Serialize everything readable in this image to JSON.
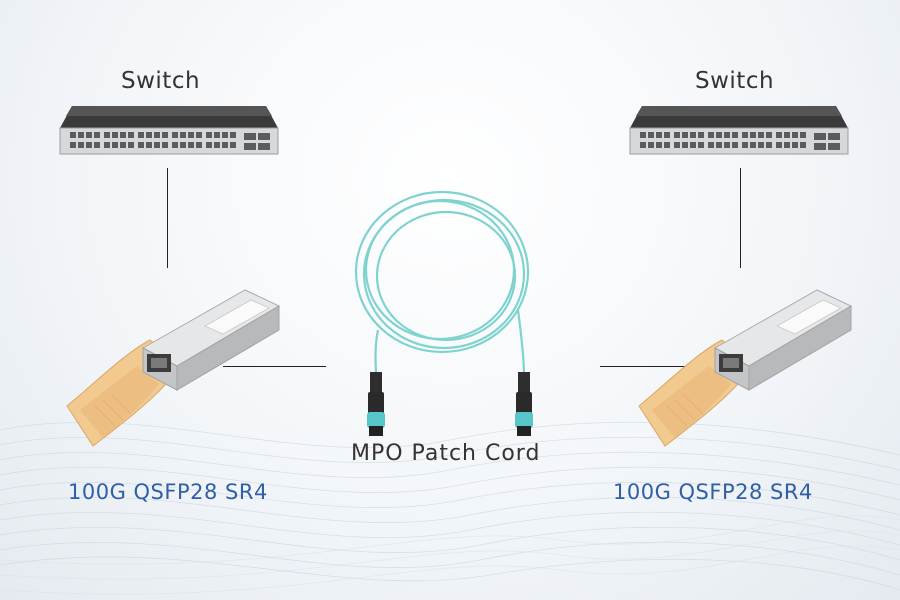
{
  "diagram": {
    "left_switch_label": "Switch",
    "right_switch_label": "Switch",
    "left_module_label": "100G QSFP28 SR4",
    "right_module_label": "100G QSFP28 SR4",
    "cable_label": "MPO Patch Cord"
  },
  "colors": {
    "module_label": "#2f5fa6",
    "fiber": "#7fd3cf",
    "pull_tab": "#f2c98f",
    "switch_body": "#2b2b2b"
  }
}
